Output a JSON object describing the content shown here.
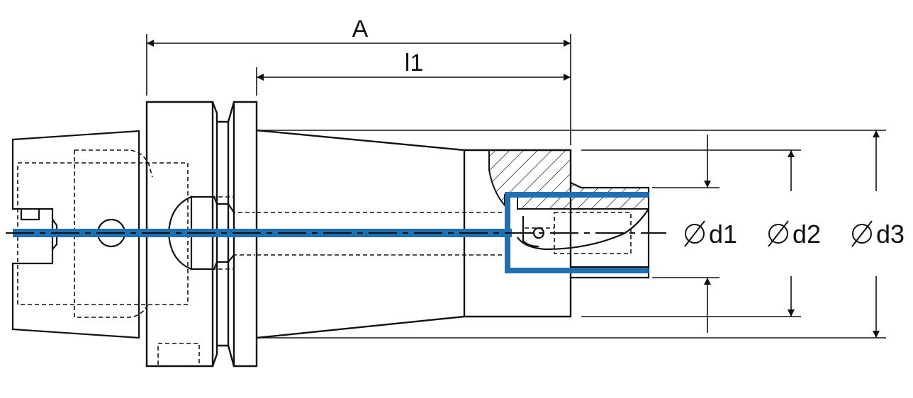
{
  "drawing": {
    "dimensions": {
      "A": "A",
      "l1": "l1",
      "d1": "d1",
      "d2": "d2",
      "d3": "d3"
    },
    "colors": {
      "line": "#111111",
      "coolant": "#1f6fb2",
      "background": "#ffffff"
    },
    "icons": {
      "diameter": "diameter-symbol-icon"
    }
  }
}
